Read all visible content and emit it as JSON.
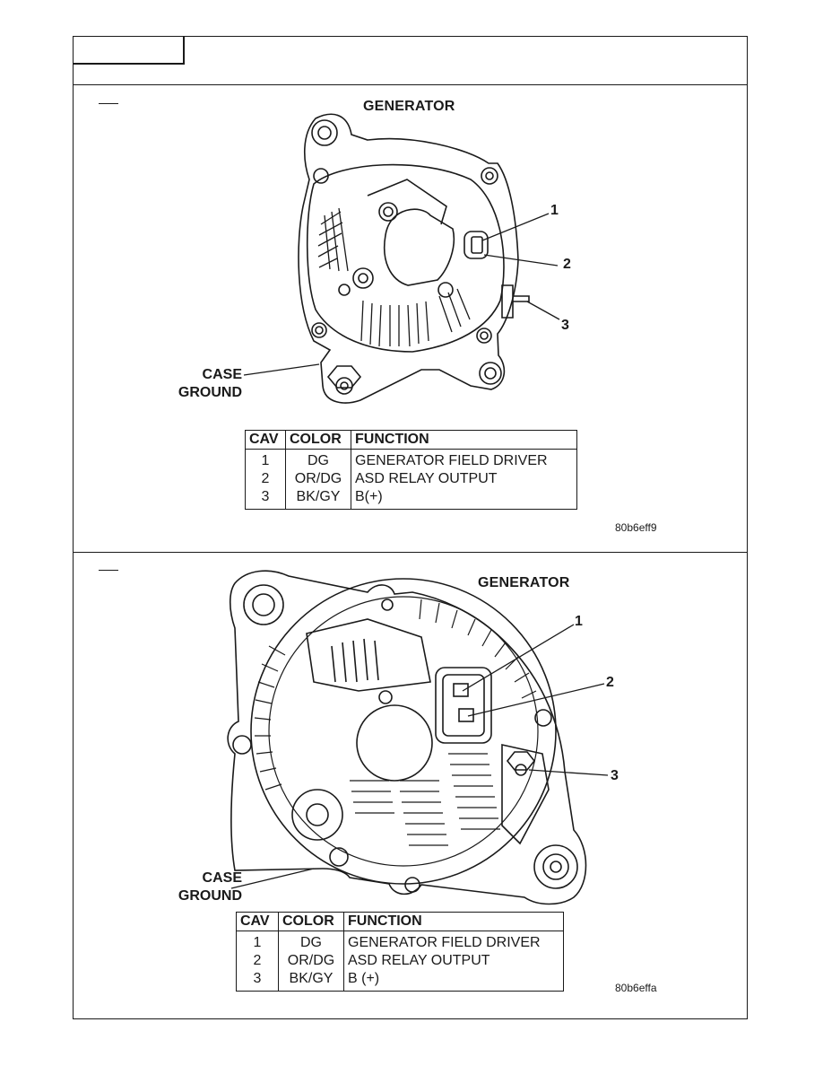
{
  "page": {
    "header_tab": ""
  },
  "panels": [
    {
      "title": "GENERATOR",
      "callouts": [
        "1",
        "2",
        "3"
      ],
      "case_ground": [
        "CASE",
        "GROUND"
      ],
      "table": {
        "headers": [
          "CAV",
          "COLOR",
          "FUNCTION"
        ],
        "rows": [
          [
            "1",
            "DG",
            "GENERATOR FIELD DRIVER"
          ],
          [
            "2",
            "OR/DG",
            "ASD RELAY OUTPUT"
          ],
          [
            "3",
            "BK/GY",
            "B(+)"
          ]
        ]
      },
      "figure_id": "80b6eff9"
    },
    {
      "title": "GENERATOR",
      "callouts": [
        "1",
        "2",
        "3"
      ],
      "case_ground": [
        "CASE",
        "GROUND"
      ],
      "table": {
        "headers": [
          "CAV",
          "COLOR",
          "FUNCTION"
        ],
        "rows": [
          [
            "1",
            "DG",
            "GENERATOR FIELD DRIVER"
          ],
          [
            "2",
            "OR/DG",
            "ASD RELAY OUTPUT"
          ],
          [
            "3",
            "BK/GY",
            "B (+)"
          ]
        ]
      },
      "figure_id": "80b6effa"
    }
  ]
}
